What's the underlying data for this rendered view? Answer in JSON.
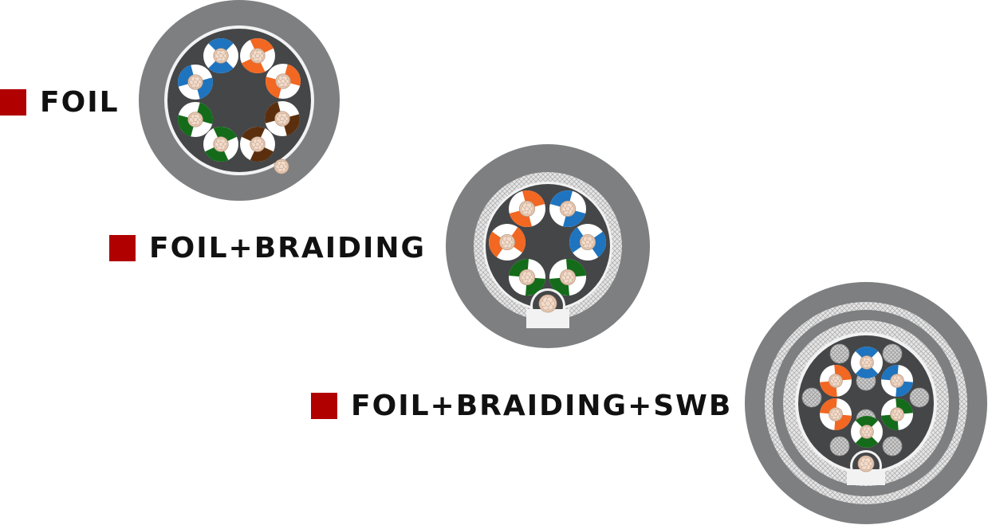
{
  "colors": {
    "accent": "#b00000",
    "jacket": "#7d7f81",
    "core": "#444648",
    "foil": "#f2f2f2",
    "braid": "#d4d4d4",
    "insulation": "#ffffff",
    "blue": "#1f74bf",
    "orange": "#f26722",
    "green": "#146c1a",
    "brown": "#5b2f0e",
    "copper": "#e9c9b1"
  },
  "labels": [
    {
      "text": "FOIL"
    },
    {
      "text": "FOIL+BRAIDING"
    },
    {
      "text": "FOIL+BRAIDING+SWB"
    }
  ]
}
